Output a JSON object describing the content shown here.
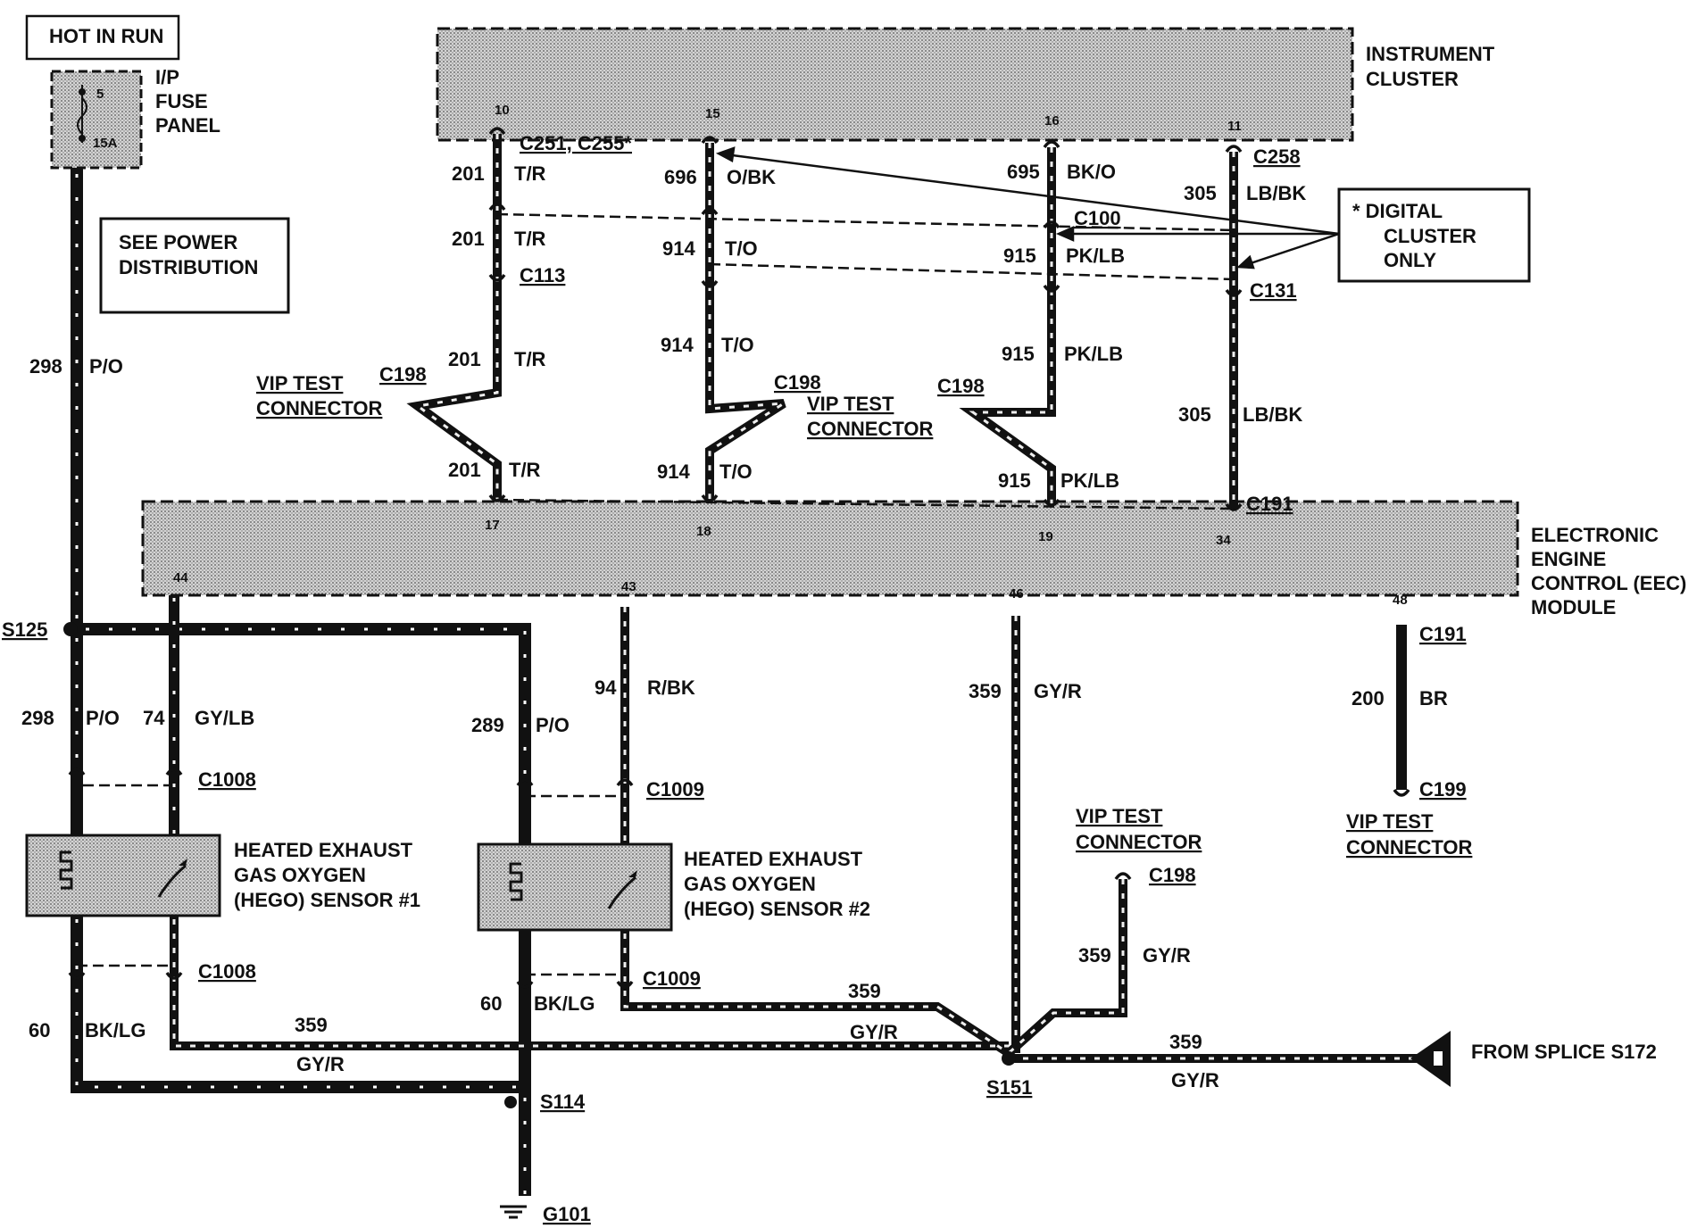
{
  "boxes": {
    "hot_in_run": "HOT IN RUN",
    "see_power": [
      "SEE POWER",
      "DISTRIBUTION"
    ],
    "digital_cluster_note": [
      "*  DIGITAL",
      "CLUSTER",
      "ONLY"
    ]
  },
  "fuse_panel": {
    "label": [
      "I/P",
      "FUSE",
      "PANEL"
    ],
    "fuse_number": "5",
    "fuse_rating": "15A"
  },
  "instrument_cluster": {
    "label": [
      "INSTRUMENT",
      "CLUSTER"
    ],
    "pins": [
      "10",
      "15",
      "16",
      "11"
    ]
  },
  "eec_module": {
    "label": [
      "ELECTRONIC",
      "ENGINE",
      "CONTROL (EEC)",
      "MODULE"
    ],
    "pins_top": [
      "17",
      "18",
      "19",
      "34"
    ],
    "pins_bottom": [
      "44",
      "43",
      "46",
      "48"
    ]
  },
  "connectors": {
    "c251_c255": "C251,  C255*",
    "c258": "C258",
    "c100": "C100",
    "c113": "C113",
    "c131": "C131",
    "c191": "C191",
    "c198": "C198",
    "c1008": "C1008",
    "c1009": "C1009",
    "c199": "C199",
    "vip_test": [
      "VIP TEST",
      "CONNECTOR"
    ]
  },
  "splices": {
    "s125": "S125",
    "s114": "S114",
    "s151": "S151",
    "g101": "G101",
    "from_splice": "FROM SPLICE S172"
  },
  "sensors": {
    "hego1": [
      "HEATED EXHAUST",
      "GAS OXYGEN",
      "(HEGO)  SENSOR #1"
    ],
    "hego2": [
      "HEATED EXHAUST",
      "GAS OXYGEN",
      "(HEGO)  SENSOR #2"
    ]
  },
  "wires": {
    "w298": "298",
    "po": "P/O",
    "w201": "201",
    "tr": "T/R",
    "w696": "696",
    "obk": "O/BK",
    "w914": "914",
    "to": "T/O",
    "w695": "695",
    "bko": "BK/O",
    "w915": "915",
    "pklb": "PK/LB",
    "w305": "305",
    "lbbk": "LB/BK",
    "w74": "74",
    "gylb": "GY/LB",
    "w289": "289",
    "w94": "94",
    "rbk": "R/BK",
    "w359": "359",
    "gyr": "GY/R",
    "w200": "200",
    "br": "BR",
    "w60": "60",
    "bklg": "BK/LG"
  },
  "colors": {
    "ink": "#111111",
    "shade": "#c8c8c8",
    "paper": "#ffffff"
  }
}
